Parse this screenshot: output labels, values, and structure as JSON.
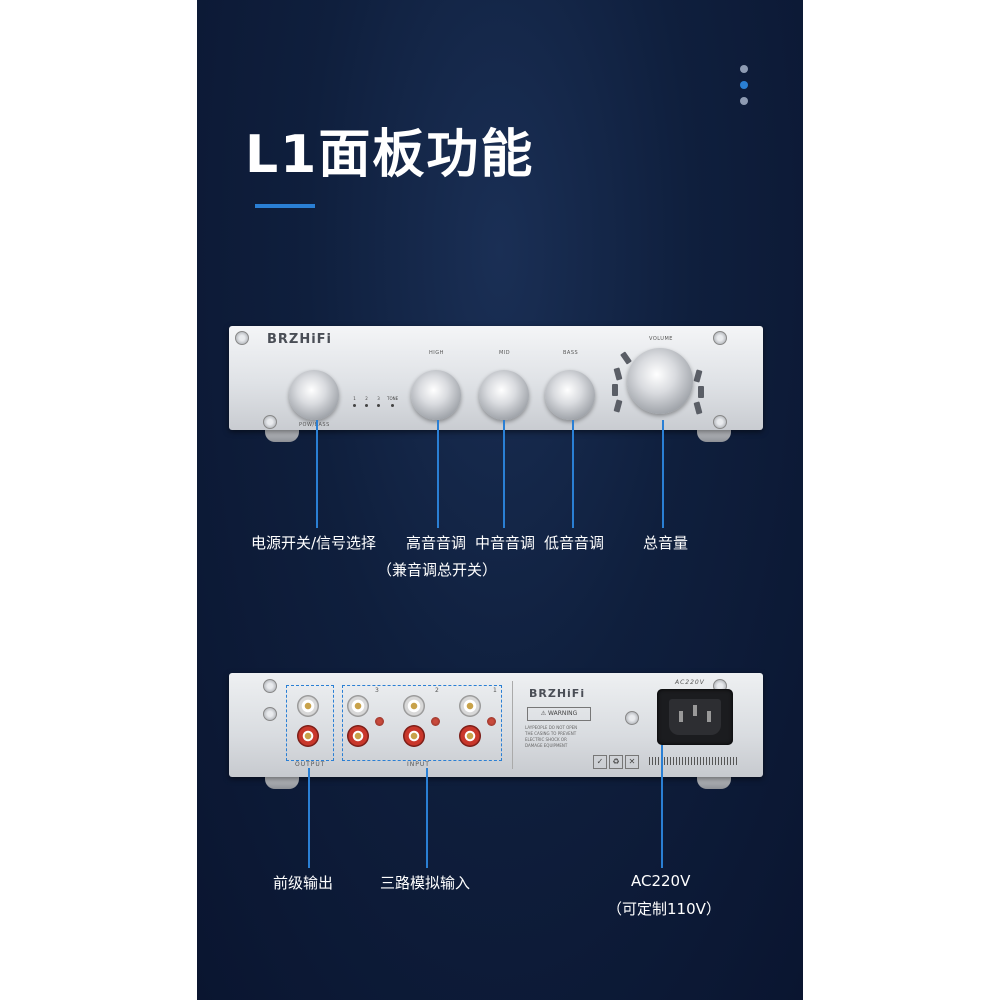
{
  "colors": {
    "accent": "#2a7fd4",
    "dot_inactive": "#8e9bb3",
    "dot_active": "#2a7fd4"
  },
  "page": {
    "title": "L1面板功能"
  },
  "front_panel": {
    "brand": "BRZHiFi",
    "knob_labels": {
      "high": "HIGH",
      "mid": "MID",
      "bass": "BASS",
      "volume": "VOLUME",
      "power": "POW/BASS"
    },
    "input_leds": [
      "1",
      "2",
      "3",
      "TONE"
    ]
  },
  "front_callouts": {
    "power": "电源开关/信号选择",
    "high": "高音音调",
    "mid": "中音音调",
    "bass": "低音音调",
    "tone_note": "（兼音调总开关）",
    "volume": "总音量"
  },
  "rear_panel": {
    "brand": "BRZHiFi",
    "warning": "WARNING",
    "warning_text": [
      "LAYPEOPLE DO NOT OPEN",
      "THE CASING TO PREVENT",
      "ELECTRIC SHOCK OR",
      "DAMAGE EQUIPMENT"
    ],
    "ac_label": "AC220V",
    "output_label": "OUTPUT",
    "input_label": "INPUT",
    "input_numbers": [
      "3",
      "2",
      "1"
    ]
  },
  "rear_callouts": {
    "output": "前级输出",
    "inputs": "三路模拟输入",
    "ac": "AC220V",
    "ac_note": "（可定制110V）"
  }
}
